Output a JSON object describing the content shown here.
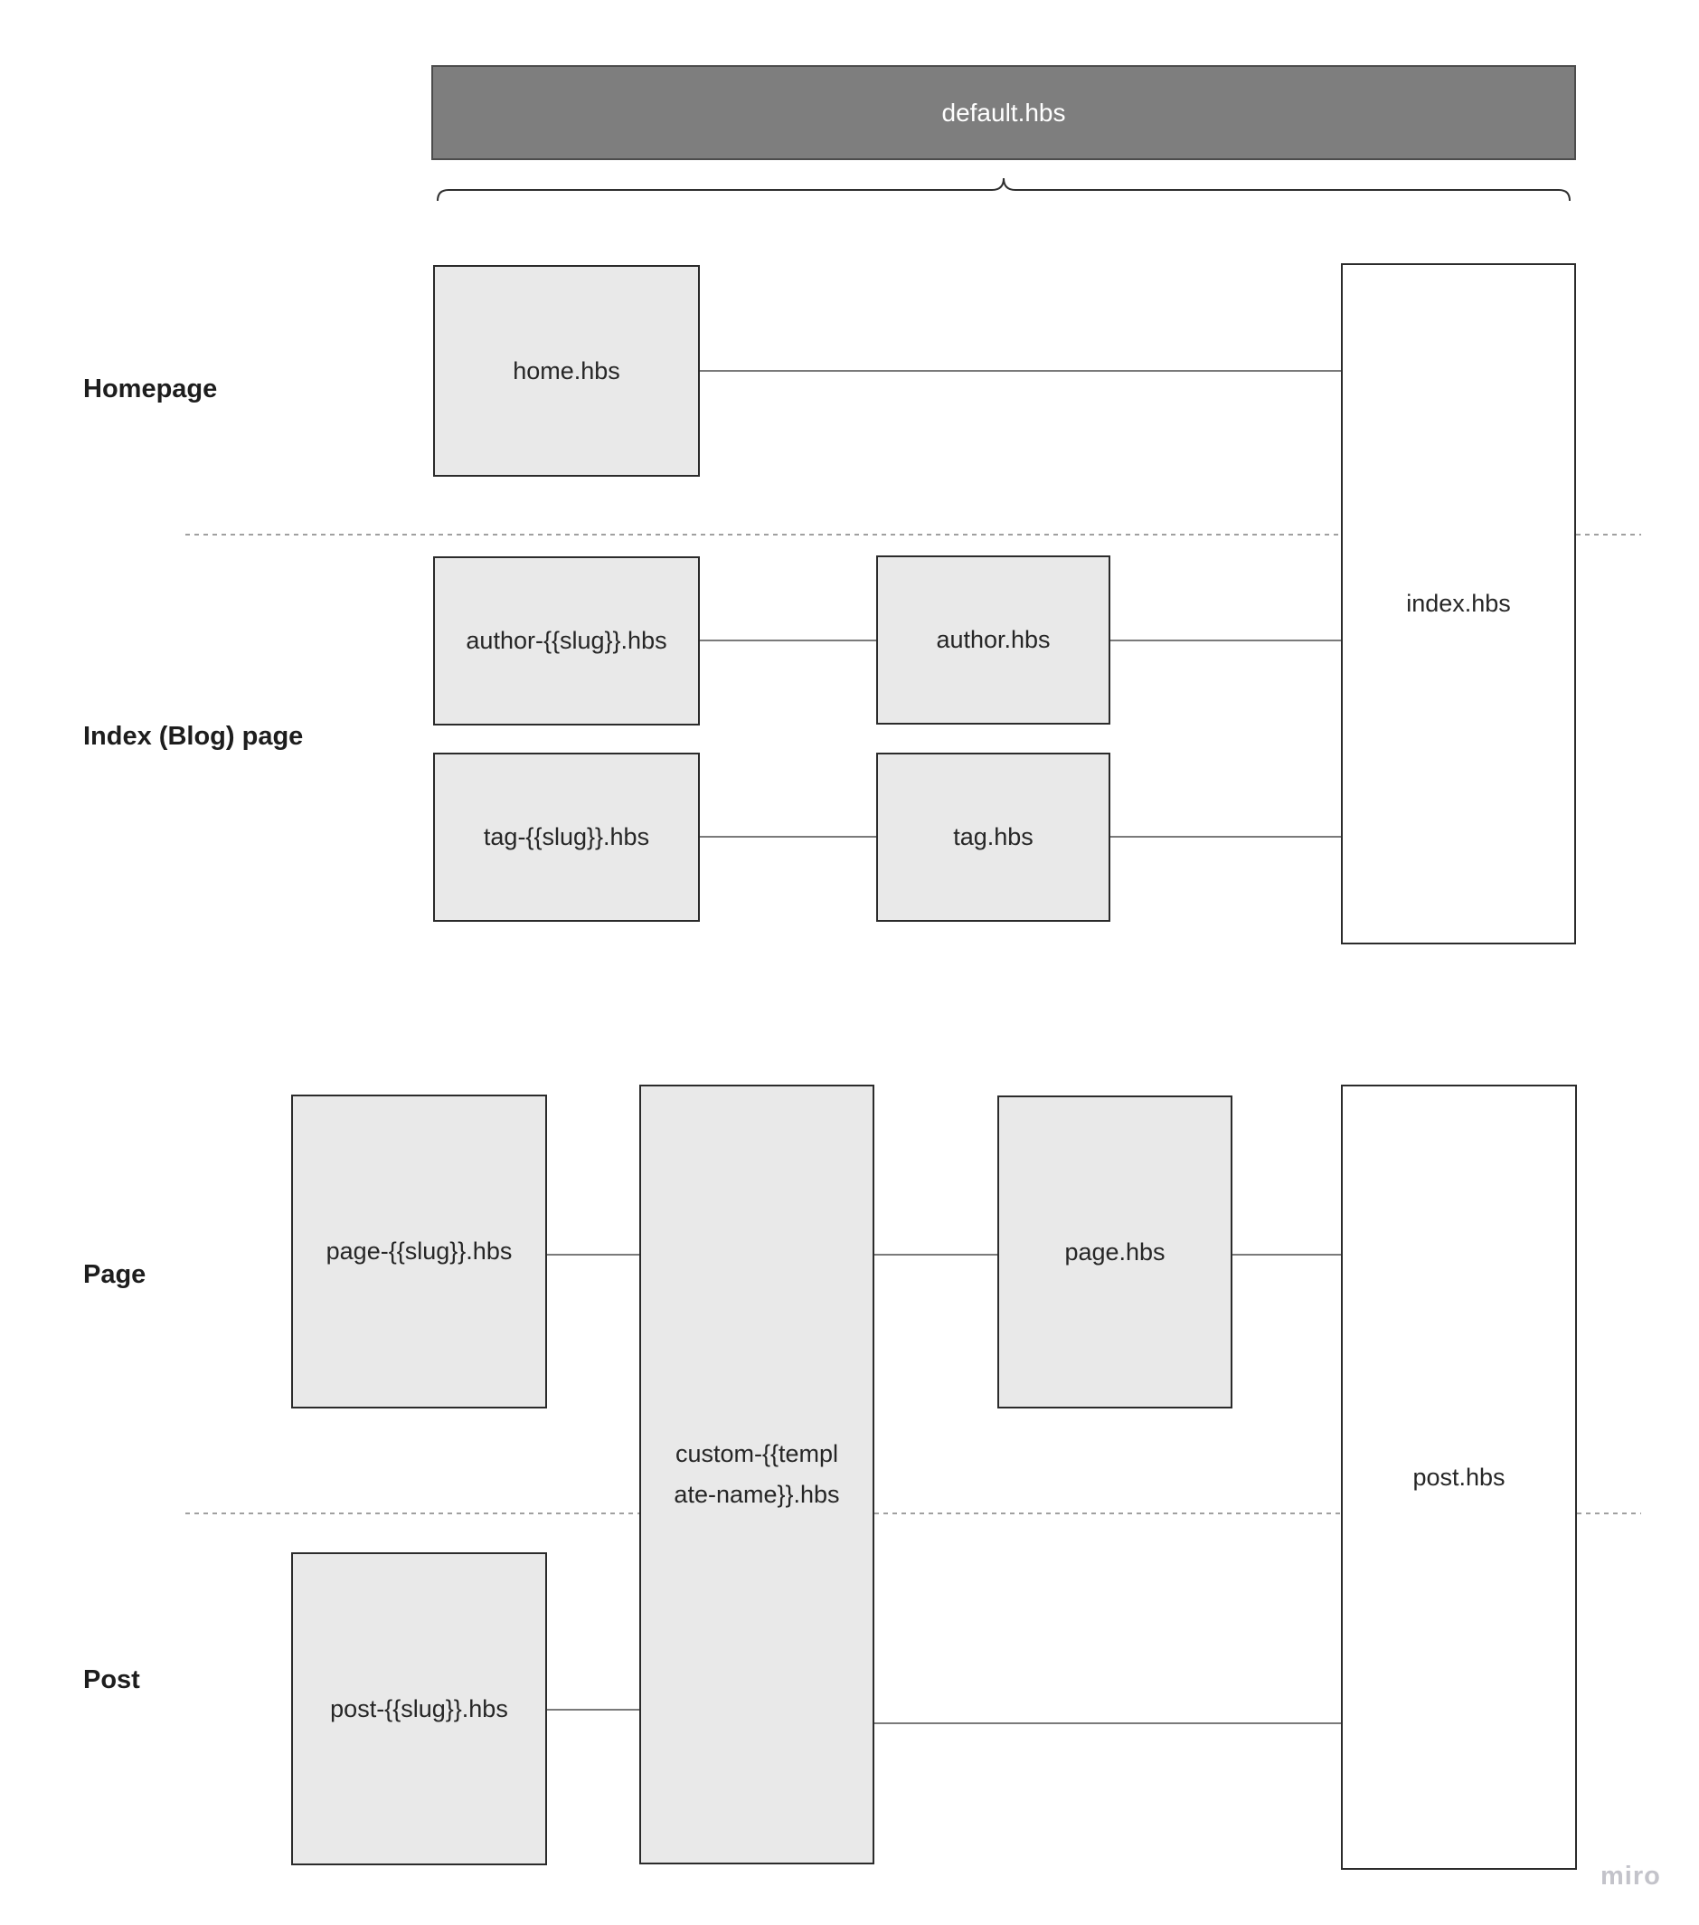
{
  "header": {
    "bar_label": "default.hbs"
  },
  "rows": {
    "homepage": {
      "label": "Homepage"
    },
    "index_blog": {
      "label": "Index (Blog) page"
    },
    "page": {
      "label": "Page"
    },
    "post": {
      "label": "Post"
    }
  },
  "nodes": {
    "home": {
      "label": "home.hbs"
    },
    "author_slug": {
      "label": "author-{{slug}}.hbs"
    },
    "tag_slug": {
      "label": "tag-{{slug}}.hbs"
    },
    "author": {
      "label": "author.hbs"
    },
    "tag": {
      "label": "tag.hbs"
    },
    "index": {
      "label": "index.hbs"
    },
    "page_slug": {
      "label": "page-{{slug}}.hbs"
    },
    "custom": {
      "lines": [
        "custom-{{templ",
        "ate-name}}.hbs"
      ]
    },
    "page": {
      "label": "page.hbs"
    },
    "post_slug": {
      "label": "post-{{slug}}.hbs"
    },
    "post": {
      "label": "post.hbs"
    }
  },
  "watermark": {
    "label": "miro"
  },
  "colors": {
    "node_fill": "#e9e9e9",
    "node_border": "#2b2b2b",
    "bar_fill": "#7e7e7e",
    "bar_border": "#4c4c4c",
    "bar_text": "#ffffff",
    "connector": "#4f4f4f",
    "separator_dotted": "#808080",
    "label_text": "#1d1d1d",
    "watermark_text": "#c3c3ca"
  }
}
